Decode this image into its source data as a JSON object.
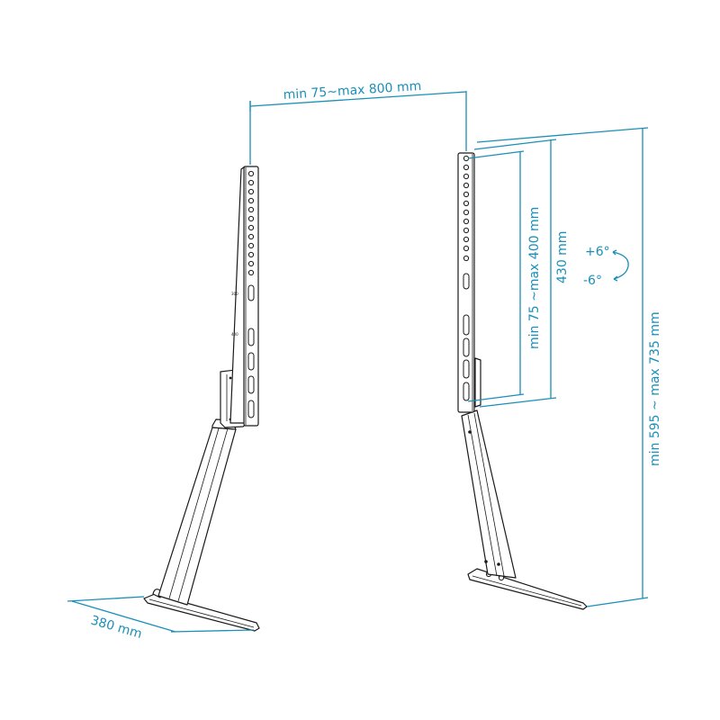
{
  "diagram": {
    "subject": "TV table-top stand (two legs with vertical mounting brackets)",
    "colors": {
      "dimension_lines": "#1a8fb8",
      "line_art": "#1a1a1a",
      "background": "#ffffff"
    },
    "dimensions": {
      "width_between_brackets": "min 75~max 800 mm",
      "bracket_vertical_spacing": "min 75 ~max 400 mm",
      "bracket_height": "430 mm",
      "overall_height": "min 595 ~ max 735 mm",
      "base_depth": "380 mm"
    },
    "tilt": {
      "up": "+6°",
      "down": "-6°"
    },
    "bracket_labels": {
      "upper": "300",
      "lower": "400"
    }
  }
}
